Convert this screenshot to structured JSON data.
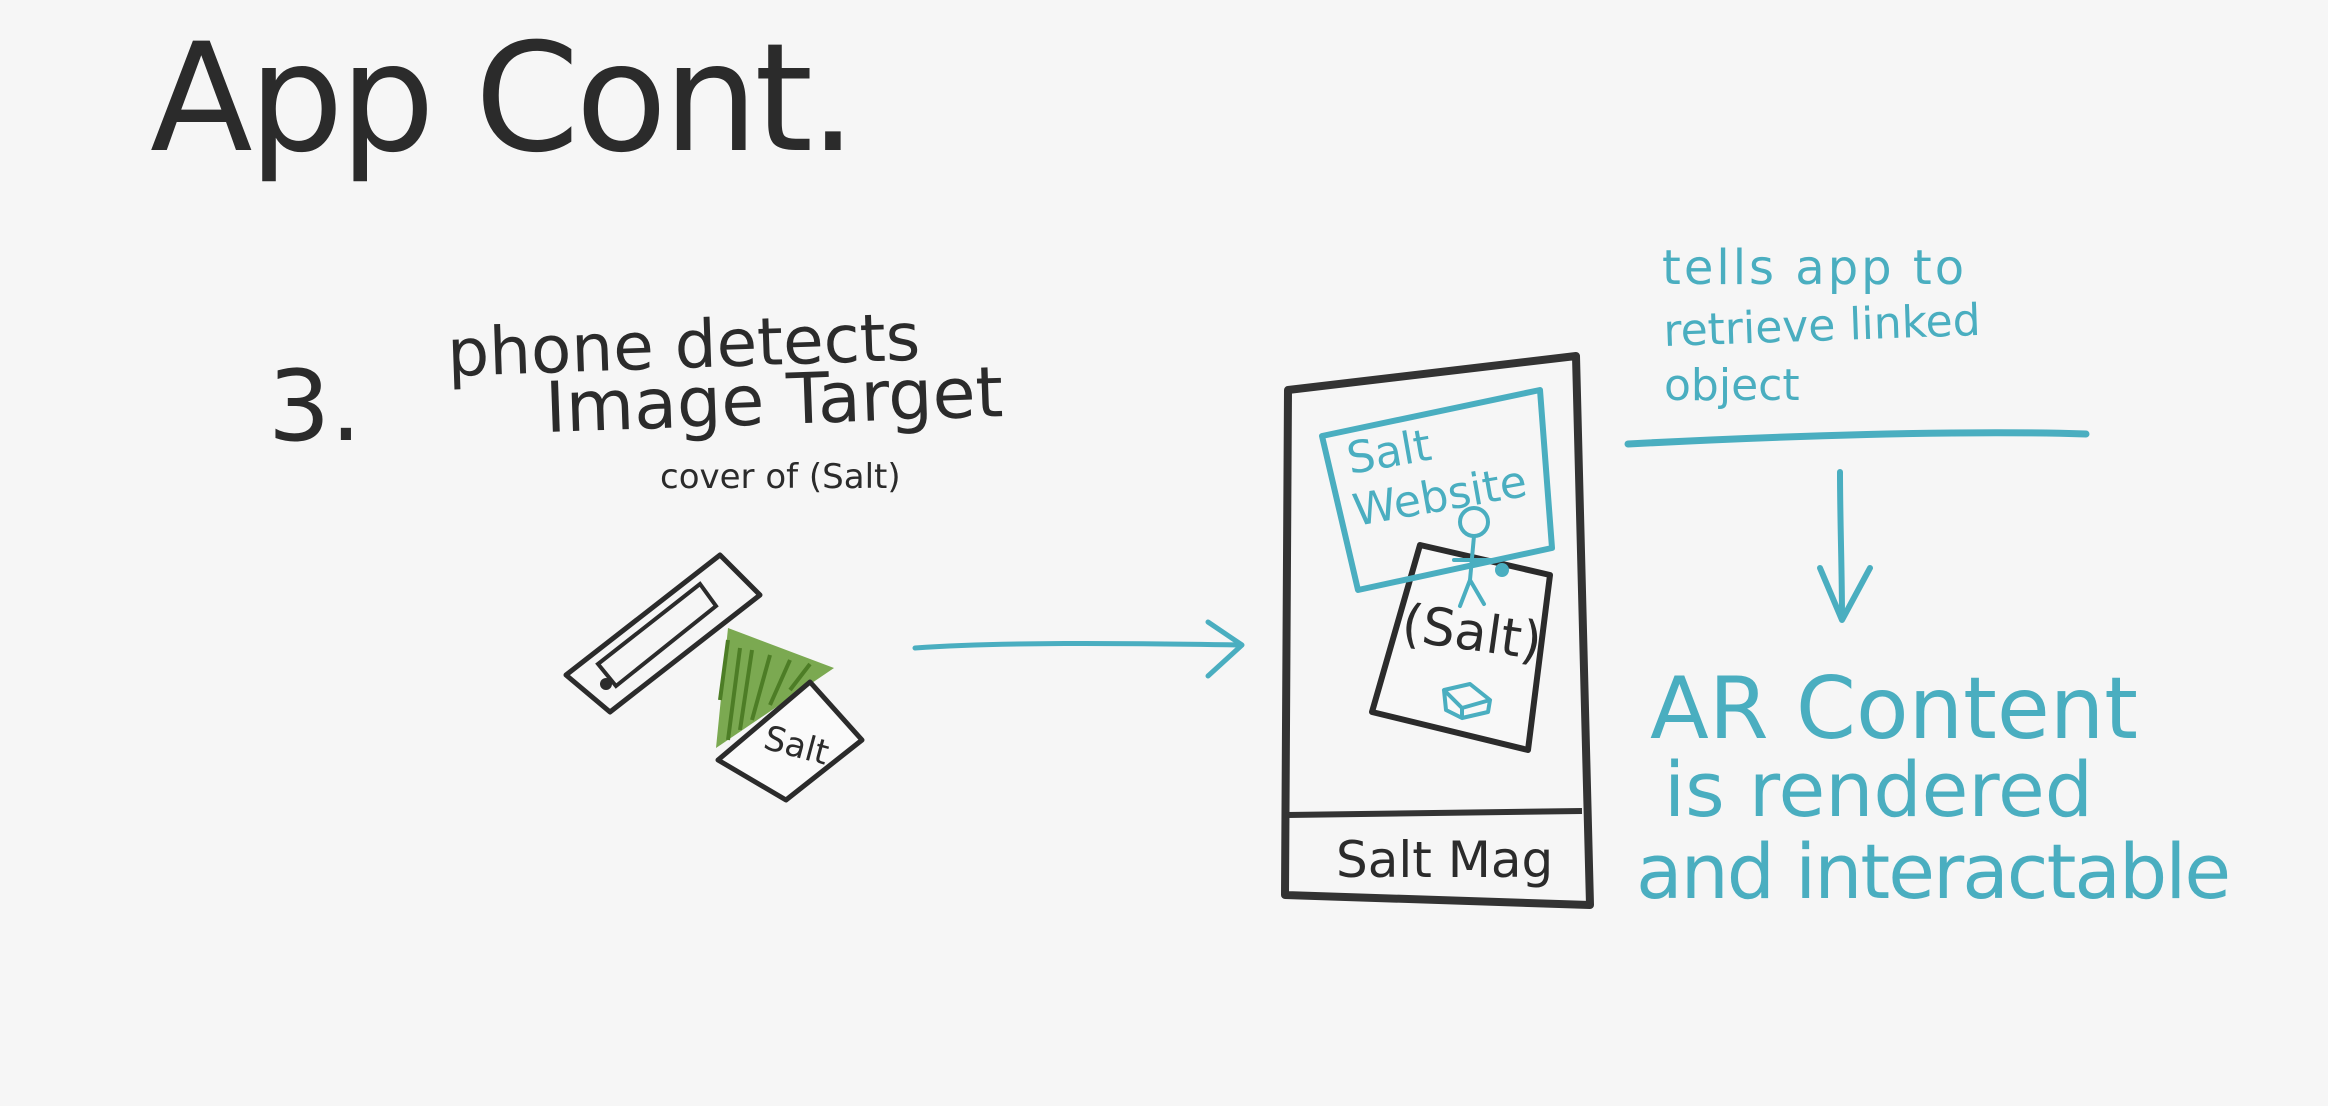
{
  "title": "App Cont.",
  "step": {
    "number": "3.",
    "line1": "phone detects",
    "line2": "Image Target",
    "line3": "cover of (Salt)"
  },
  "small_magazine_label": "Salt",
  "screen": {
    "overlay_line1": "Salt",
    "overlay_line2": "Website",
    "magazine_label": "(Salt)",
    "bottom_bar_label": "Salt Mag"
  },
  "note": {
    "line1": "tells  app to",
    "line2": "retrieve linked",
    "line3": "object"
  },
  "result": {
    "line1": "AR Content",
    "line2": "is rendered",
    "line3": "and interactable"
  },
  "colors": {
    "ink": "#2b2b2b",
    "accent": "#4aaec0",
    "highlight": "#6a9e3a",
    "background": "#f6f6f6"
  }
}
